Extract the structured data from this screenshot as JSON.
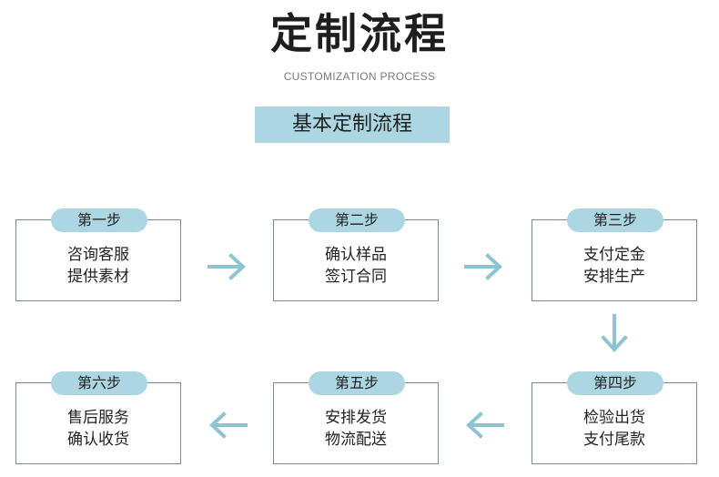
{
  "header": {
    "title": "定制流程",
    "subtitle": "CUSTOMIZATION PROCESS"
  },
  "banner": {
    "label": "基本定制流程"
  },
  "steps": [
    {
      "label": "第一步",
      "lines": [
        "咨询客服",
        "提供素材"
      ]
    },
    {
      "label": "第二步",
      "lines": [
        "确认样品",
        "签订合同"
      ]
    },
    {
      "label": "第三步",
      "lines": [
        "支付定金",
        "安排生产"
      ]
    },
    {
      "label": "第四步",
      "lines": [
        "检验出货",
        "支付尾款"
      ]
    },
    {
      "label": "第五步",
      "lines": [
        "安排发货",
        "物流配送"
      ]
    },
    {
      "label": "第六步",
      "lines": [
        "售后服务",
        "确认收货"
      ]
    }
  ],
  "colors": {
    "accent": "#acd6e1",
    "arrow": "#8ec3d2",
    "border": "#7d8a8e"
  },
  "icons": {
    "arrow_right": "arrow-right-icon",
    "arrow_down": "arrow-down-icon",
    "arrow_left": "arrow-left-icon"
  }
}
